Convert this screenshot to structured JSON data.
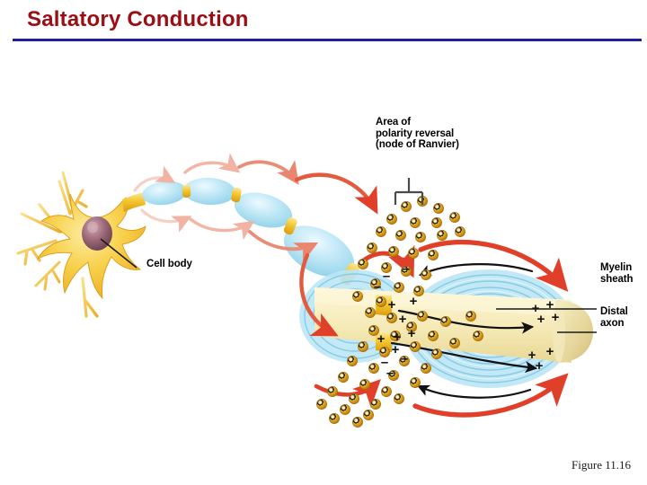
{
  "slide": {
    "title": "Saltatory Conduction",
    "title_color": "#9c0d14",
    "rule_color": "#1f1f9c",
    "background": "#ffffff",
    "figure_caption": "Figure 11.16"
  },
  "diagram": {
    "type": "biology-illustration",
    "subject": "Saltatory conduction along a myelinated axon",
    "labels": {
      "area_polarity": "Area of\npolarity reversal\n(node of Ranvier)",
      "cell_body": "Cell body",
      "myelin_sheath": "Myelin\nsheath",
      "distal_axon": "Distal\naxon"
    },
    "charge_symbols": {
      "negative": "–",
      "positive": "+",
      "node_top_negatives": 3,
      "node_upper_positives": 3,
      "node_lower_positives": 4,
      "node_bottom_negatives": 3,
      "distal_upper_positives": 4,
      "distal_lower_positives": 3
    },
    "colors": {
      "soma_fill": "#f5c324",
      "soma_highlight": "#fde89a",
      "nucleus": "#8d5a6b",
      "myelin_blue": "#a8ddf0",
      "myelin_blue_light": "#d6f0fa",
      "node_yellow": "#f2c430",
      "axoplasm": "#f7ecbe",
      "ion_gold": "#e0a519",
      "ion_highlight": "#f7d96a",
      "arrow_red": "#e0402a",
      "arrow_red_faded": "#f2b3a4",
      "arrow_black": "#111111",
      "bracket_gray": "#4a4a4a",
      "leader_line": "#1a1a1a"
    },
    "elements": [
      {
        "name": "cell-body-soma",
        "description": "Golden star-shaped neuron soma with dendrites and maroon nucleus"
      },
      {
        "name": "myelin-segment",
        "count": 5,
        "description": "Light blue oval internode myelin segments increasing in size"
      },
      {
        "name": "node-of-ranvier",
        "count": 4,
        "description": "Yellow constrictions between myelin segments"
      },
      {
        "name": "propagation-arrow",
        "count": 8,
        "description": "Curved red arrows showing impulse jumping between nodes, fading at the left"
      },
      {
        "name": "ion-sphere",
        "count": 58,
        "description": "Golden ion spheres clustered around the active node"
      },
      {
        "name": "internal-current-arrow",
        "count": 4,
        "description": "Black arrows showing local current flow inside and outside the axon"
      },
      {
        "name": "distal-axon-terminal",
        "description": "Cream rounded axon terminal cap at far right"
      }
    ]
  }
}
